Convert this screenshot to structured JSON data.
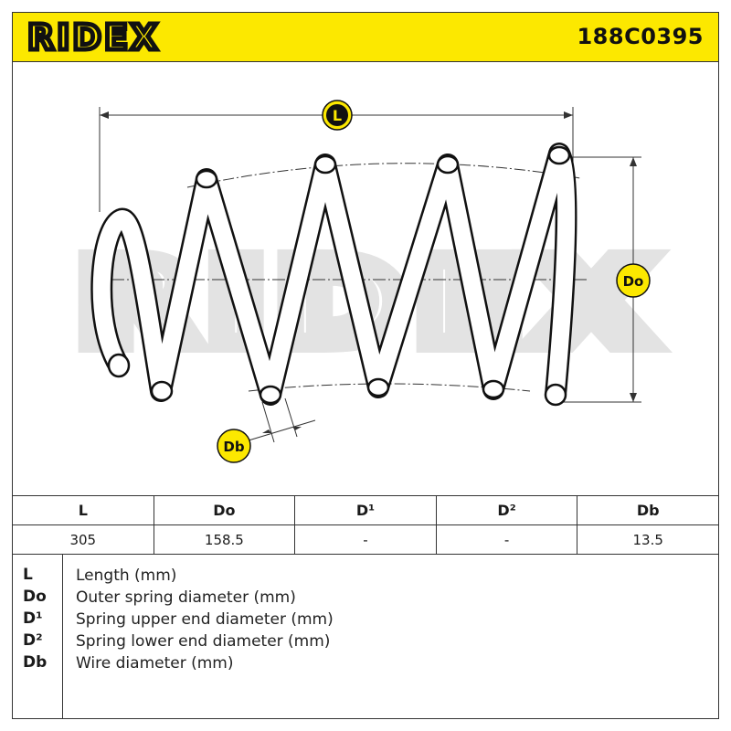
{
  "header": {
    "brand": "RIDEX",
    "part_number": "188C0395"
  },
  "diagram": {
    "watermark": "RIDEX",
    "labels": {
      "length": "L",
      "outer_diameter": "Do",
      "wire_diameter": "Db"
    },
    "colors": {
      "accent": "#fce800",
      "line": "#1a1a1a",
      "watermark": "#e6e6e6"
    }
  },
  "table": {
    "headers": [
      "L",
      "Do",
      "D¹",
      "D²",
      "Db"
    ],
    "values": [
      "305",
      "158.5",
      "-",
      "-",
      "13.5"
    ]
  },
  "legend": [
    {
      "key": "L",
      "desc": "Length (mm)"
    },
    {
      "key": "Do",
      "desc": "Outer spring diameter (mm)"
    },
    {
      "key": "D¹",
      "desc": "Spring upper end diameter (mm)"
    },
    {
      "key": "D²",
      "desc": "Spring lower end diameter (mm)"
    },
    {
      "key": "Db",
      "desc": "Wire diameter (mm)"
    }
  ]
}
